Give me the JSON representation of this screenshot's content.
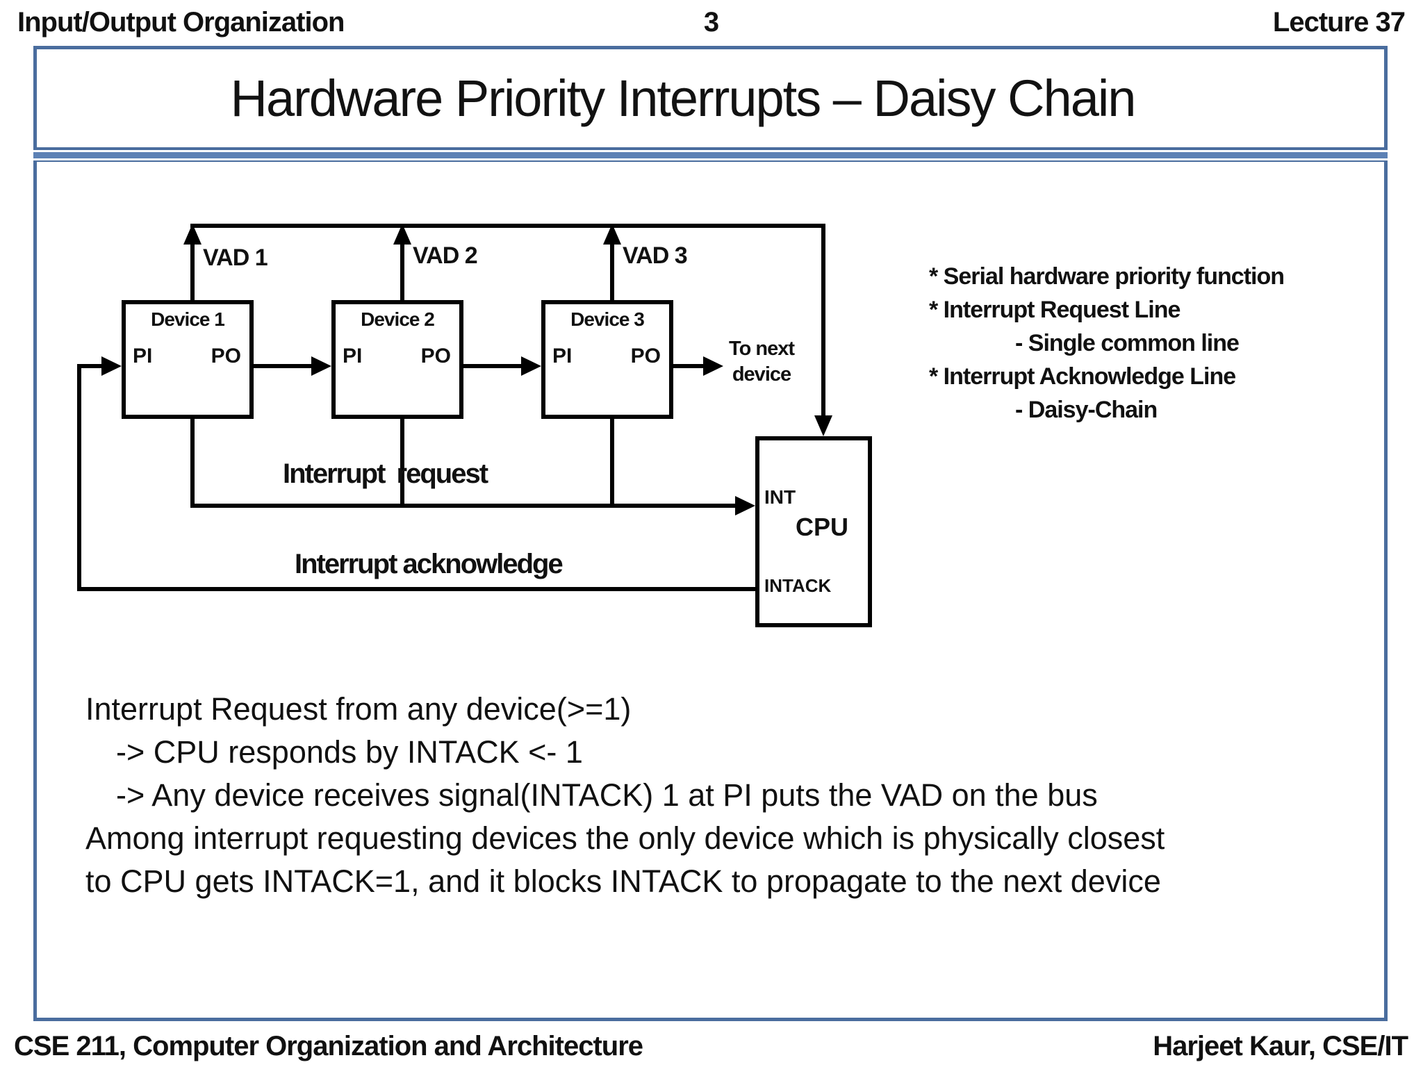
{
  "header": {
    "left": "Input/Output Organization",
    "page_number": "3",
    "right": "Lecture 37"
  },
  "slide": {
    "title": "Hardware Priority Interrupts – Daisy Chain"
  },
  "diagram": {
    "devices": [
      {
        "name": "Device 1",
        "pi": "PI",
        "po": "PO",
        "vad": "VAD 1"
      },
      {
        "name": "Device 2",
        "pi": "PI",
        "po": "PO",
        "vad": "VAD 2"
      },
      {
        "name": "Device 3",
        "pi": "PI",
        "po": "PO",
        "vad": "VAD 3"
      }
    ],
    "to_next_line1": "To next",
    "to_next_line2": "device",
    "cpu": {
      "name": "CPU",
      "int_label": "INT",
      "intack_label": "INTACK"
    },
    "interrupt_request_label": "Interrupt request",
    "interrupt_acknowledge_label": "Interrupt acknowledge"
  },
  "notes": {
    "items": [
      {
        "text": "* Serial hardware priority function",
        "indent": false
      },
      {
        "text": "* Interrupt Request Line",
        "indent": false
      },
      {
        "text": "- Single common line",
        "indent": true
      },
      {
        "text": "* Interrupt Acknowledge Line",
        "indent": false
      },
      {
        "text": "- Daisy-Chain",
        "indent": true
      }
    ]
  },
  "body": {
    "lines": [
      {
        "text": "Interrupt Request from any device(>=1)",
        "indent": false
      },
      {
        "text": "-> CPU responds by INTACK <- 1",
        "indent": true
      },
      {
        "text": "-> Any device receives signal(INTACK) 1 at PI puts the VAD on the bus",
        "indent": true
      },
      {
        "text": "Among interrupt requesting devices the only device which is physically closest",
        "indent": false
      },
      {
        "text": "to CPU gets INTACK=1, and it blocks INTACK to propagate to the next device",
        "indent": false
      }
    ]
  },
  "footer": {
    "left": "CSE 211, Computer Organization and Architecture",
    "right": "Harjeet Kaur, CSE/IT"
  },
  "colors": {
    "slide_border_blue": "#4a6d9e",
    "separator_blue": "#5d81b5",
    "diagram_black": "#000000",
    "text_color": "#111111"
  }
}
